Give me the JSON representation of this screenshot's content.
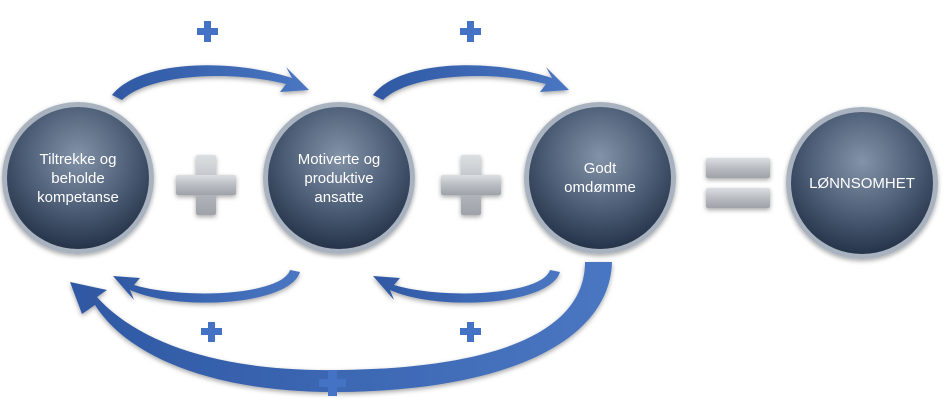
{
  "diagram": {
    "nodes": [
      {
        "id": "attract",
        "label": "Tiltrekke og beholde kompetanse"
      },
      {
        "id": "motivated",
        "label": "Motiverte og produktive ansatte"
      },
      {
        "id": "reputation",
        "label": "Godt omdømme"
      },
      {
        "id": "profitability",
        "label": "LØNNSOMHET"
      }
    ],
    "operators": [
      "+",
      "+",
      "="
    ],
    "arrow_signs": [
      "+",
      "+",
      "+",
      "+",
      "+"
    ],
    "colors": {
      "node_fill_top": "#7f8ea3",
      "node_fill_bottom": "#2a3a52",
      "node_ring": "#a9b3c0",
      "arrow_blue": "#3e67b0",
      "plus_blue": "#4472c4",
      "operator_gray": "#b8bcc1"
    }
  }
}
